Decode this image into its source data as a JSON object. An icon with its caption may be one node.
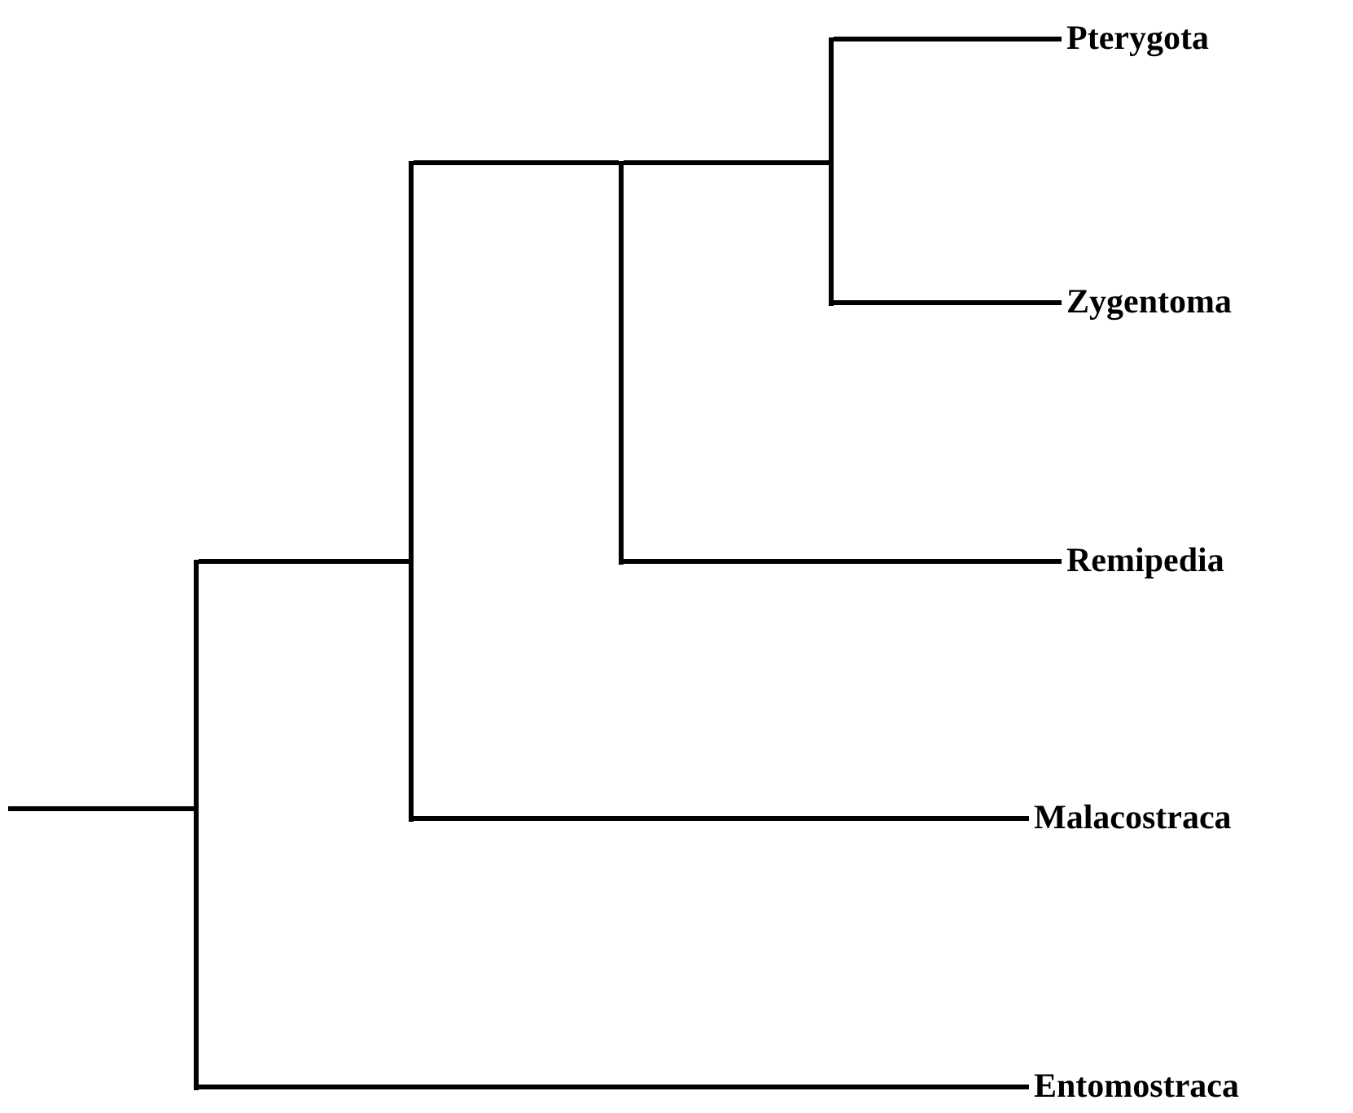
{
  "diagram": {
    "nodes": [
      {
        "text": [],
        "shape": "bar"
      },
      {
        "text": [],
        "shape": "bar"
      },
      {
        "text": [],
        "shape": "bar"
      },
      {
        "text": [],
        "shape": "bar"
      },
      {
        "text": [
          "Pterygota"
        ]
      },
      {
        "text": [
          "Zygentoma"
        ]
      },
      {
        "text": [
          "Remipedia"
        ]
      },
      {
        "text": [
          "Malacostraca"
        ]
      },
      {
        "text": [
          "Entomostraca"
        ]
      }
    ],
    "edges": [
      {
        "from": null,
        "to": 0,
        "arrow": "none"
      },
      {
        "from": 0,
        "to": 1,
        "arrow": "none"
      },
      {
        "from": 0,
        "to": 8,
        "arrow": "none"
      },
      {
        "from": 1,
        "to": 2,
        "arrow": "none"
      },
      {
        "from": 1,
        "to": 7,
        "arrow": "none"
      },
      {
        "from": 2,
        "to": 3,
        "arrow": "none"
      },
      {
        "from": 2,
        "to": 6,
        "arrow": "none"
      },
      {
        "from": 3,
        "to": 4,
        "arrow": "none"
      },
      {
        "from": 3,
        "to": 5,
        "arrow": "none"
      }
    ]
  }
}
